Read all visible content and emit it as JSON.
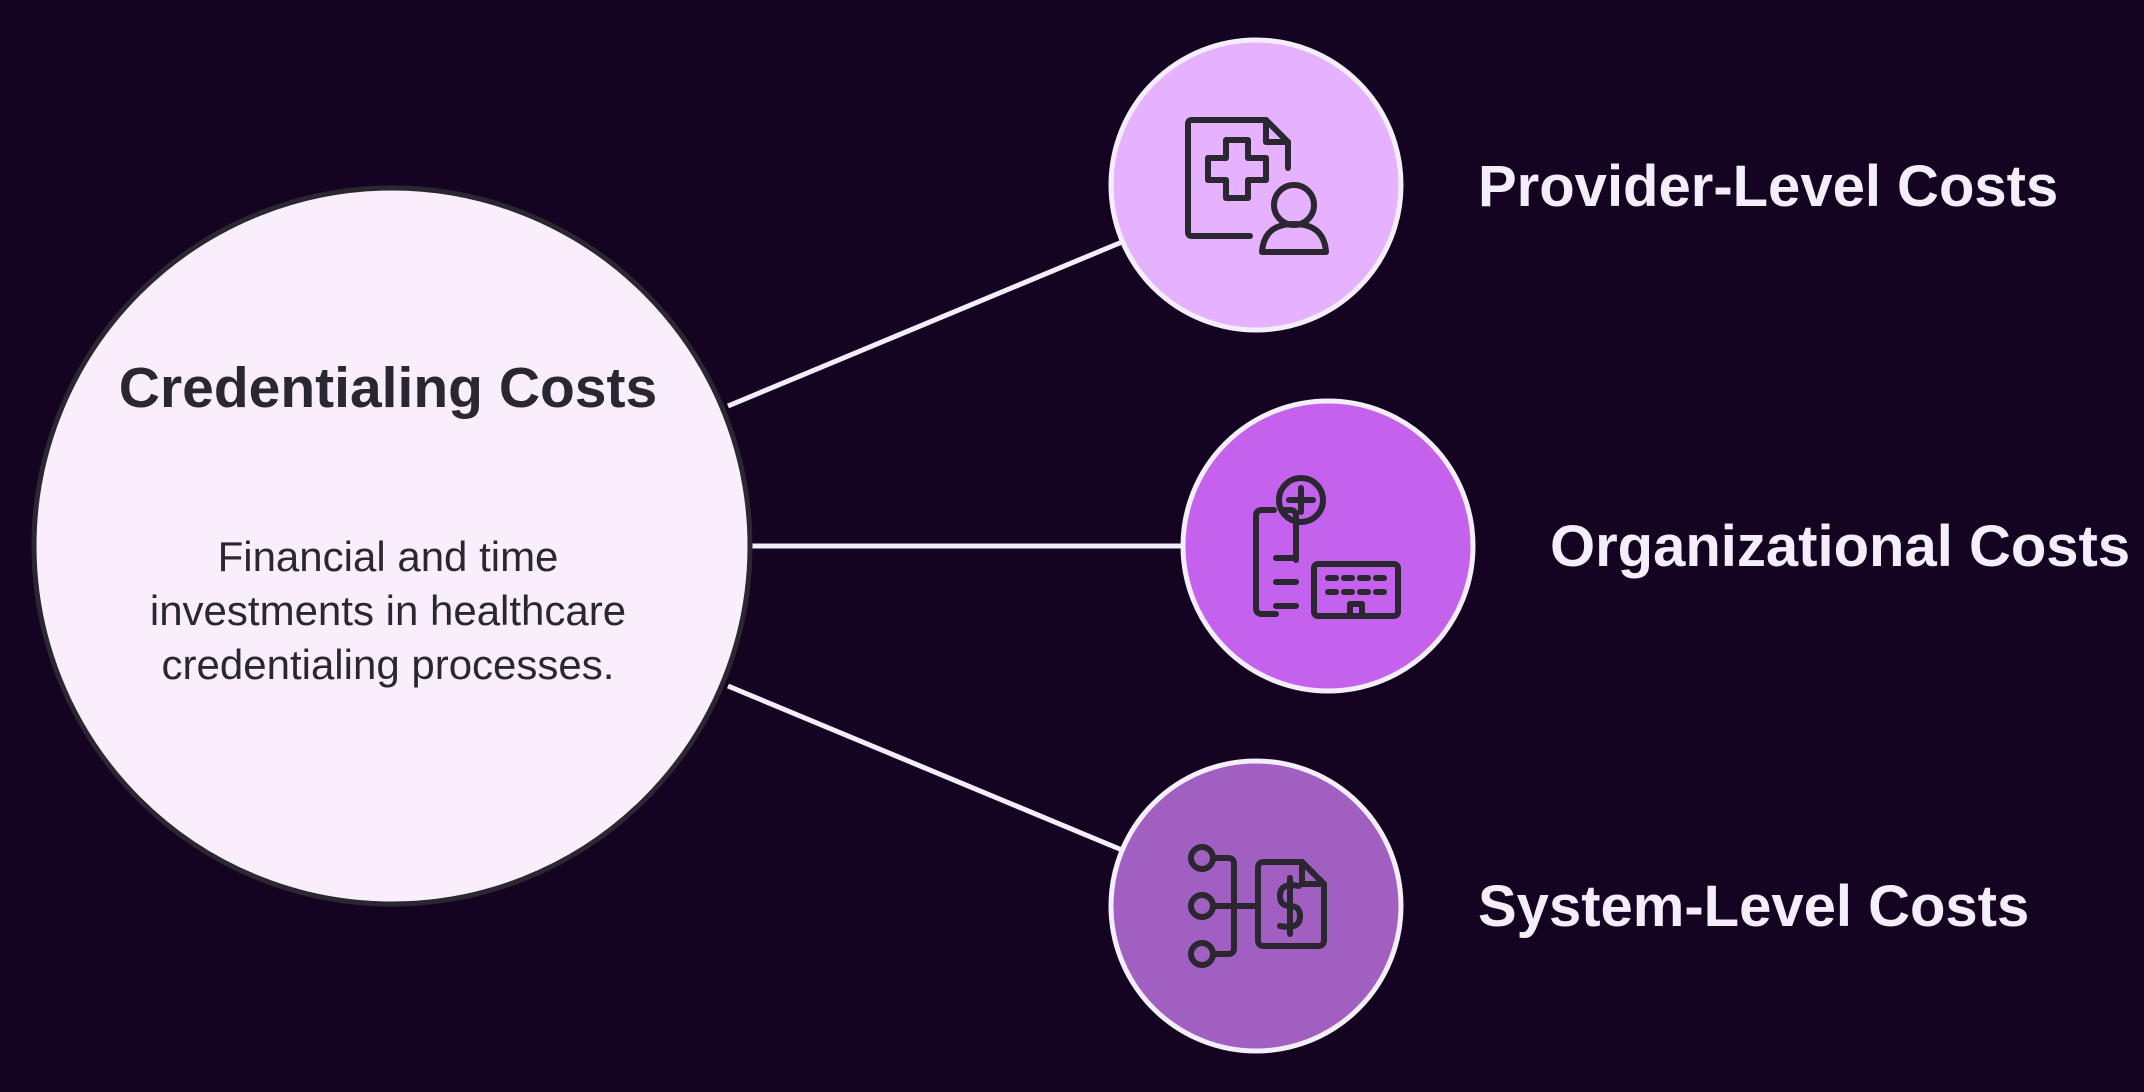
{
  "center": {
    "title": "Credentialing Costs",
    "description": "Financial and time investments in healthcare credentialing processes."
  },
  "branches": [
    {
      "label": "Provider-Level Costs",
      "icon": "medical-document-person-icon",
      "color": "#e6b2ff"
    },
    {
      "label": "Organizational Costs",
      "icon": "clipboard-hospital-icon",
      "color": "#c462ee"
    },
    {
      "label": "System-Level Costs",
      "icon": "workflow-invoice-icon",
      "color": "#a15fc1"
    }
  ],
  "colors": {
    "background": "#150322",
    "center_fill": "#f9eefc",
    "outline": "#2b2730",
    "text_light": "#f4eefa"
  }
}
